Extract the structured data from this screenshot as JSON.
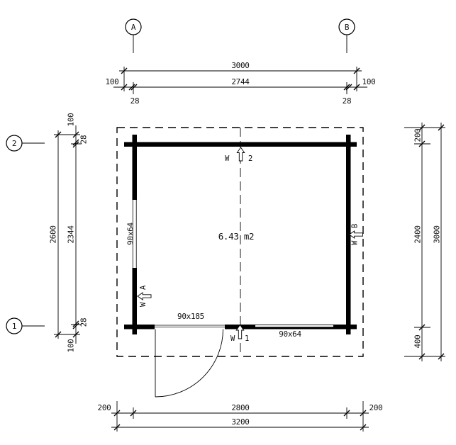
{
  "grid_markers": {
    "a": "A",
    "b": "B",
    "row1": "1",
    "row2": "2"
  },
  "dims": {
    "top": {
      "total": "3000",
      "inner": "2744",
      "offset_left": "100",
      "offset_right": "100",
      "wall_left": "28",
      "wall_right": "28"
    },
    "left": {
      "total": "2600",
      "inner": "2344",
      "offset_top": "100",
      "offset_bottom": "100",
      "wall_top": "28",
      "wall_bottom": "28"
    },
    "right": {
      "total": "3000",
      "seg_top": "200",
      "seg_mid": "2400",
      "seg_bottom": "400"
    },
    "bottom": {
      "total": "3200",
      "inner": "2800",
      "offset_left": "200",
      "offset_right": "200"
    }
  },
  "room": {
    "area": "6.43 m2"
  },
  "openings": {
    "door": "90x185",
    "window_left": "90x64",
    "window_bottom": "90x64"
  },
  "markers": {
    "w1": {
      "prefix": "W",
      "id": "1"
    },
    "w2": {
      "prefix": "W",
      "id": "2"
    },
    "wa": {
      "prefix": "W",
      "id": "A"
    },
    "wb": {
      "prefix": "W",
      "id": "B"
    }
  },
  "colors": {
    "line": "#000000",
    "background": "#ffffff"
  }
}
